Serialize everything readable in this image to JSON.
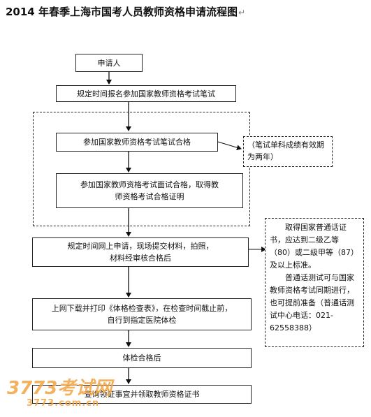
{
  "title": "2014 年春季上海市国考人员教师资格申请流程图",
  "nodes": {
    "applicant": "申请人",
    "register_written": "规定时间报名参加国家教师资格考试笔试",
    "pass_written": "参加国家教师资格考试笔试合格",
    "pass_interview": "参加国家教师资格考试面试合格，取得教\n师资格考试合格证明",
    "online_apply": "规定时间网上申请，现场提交材料，拍照，\n材料经审核合格后",
    "medical_exam": "上网下载并打印《体格检查表》，在检查时间截止前，\n自行到指定医院体检",
    "medical_pass": "体检合格后",
    "get_certificate": "查询领证事宜并领取教师资格证书"
  },
  "notes": {
    "written_validity": "（笔试单科成绩有效期为两年）",
    "mandarin_p1": "取得国家普通话证书，应达到二级乙等（80）或二级甲等（87）及以上标准。",
    "mandarin_p2": "普通话测试可与国家教师资格考试同期进行，也可提前准备（普通话测试中心电话：021-62558388）"
  },
  "watermark": {
    "logo": "3773考试网",
    "url": "3773.com.cn"
  }
}
